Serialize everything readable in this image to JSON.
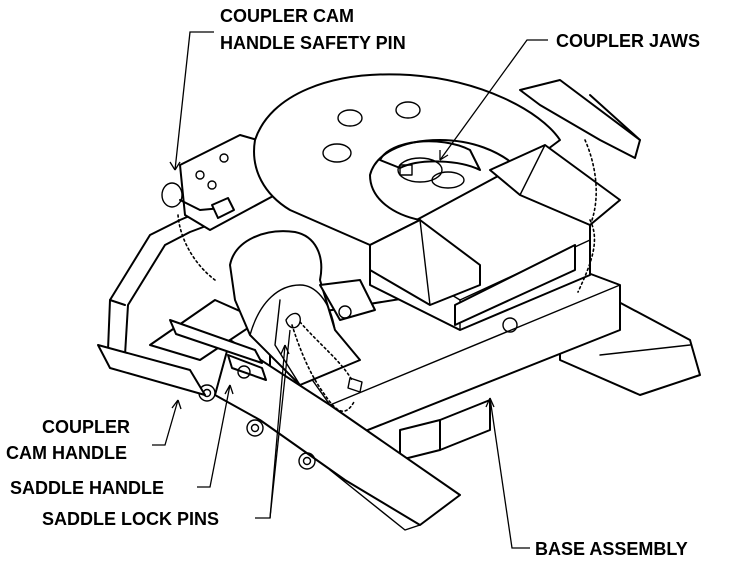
{
  "labels": {
    "coupler_cam_handle_safety_pin": [
      "COUPLER CAM",
      "HANDLE SAFETY PIN"
    ],
    "coupler_jaws": "COUPLER JAWS",
    "coupler_cam_handle": [
      "COUPLER",
      "CAM HANDLE"
    ],
    "saddle_handle": "SADDLE HANDLE",
    "saddle_lock_pins": "SADDLE LOCK PINS",
    "base_assembly": "BASE ASSEMBLY"
  }
}
